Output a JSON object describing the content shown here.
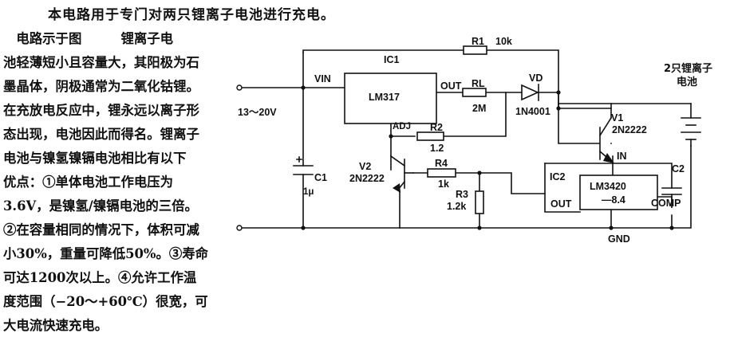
{
  "intro": "本电路用于专门对两只锂离子电池进行充电。",
  "body_lines": [
    "　电路示于图　　　锂离子电",
    "池轻薄短小且容量大，其阳极为石",
    "墨晶体，阴极通常为二氧化钴锂。",
    "在充放电反应中，锂永远以离子形",
    "态出现，电池因此而得名。锂离子",
    "电池与镍氢镍镉电池相比有以下",
    "优点：①单体电池工作电压为",
    "3.6V，是镍氢/镍镉电池的三倍。",
    "②在容量相同的情况下，体积可减",
    "小30%，重量可降低50%。③寿命",
    "可达1200次以上。④允许工作温",
    "度范围（−20～+60℃）很宽，可",
    "大电流快速充电。"
  ],
  "circuit": {
    "input_voltage": "13～20V",
    "ic1": {
      "ref": "IC1",
      "part": "LM317",
      "vin": "VIN",
      "out": "OUT",
      "adj": "ADJ"
    },
    "r1": {
      "ref": "R1",
      "value": "10k"
    },
    "rl": {
      "ref": "RL",
      "value": "2M"
    },
    "vd": {
      "ref": "VD",
      "part": "1N4001"
    },
    "r2": {
      "ref": "R2",
      "value": "1.2"
    },
    "r4": {
      "ref": "R4",
      "value": "1k"
    },
    "r3": {
      "ref": "R3",
      "value": "1.2k"
    },
    "c1": {
      "ref": "C1",
      "value": "1μ"
    },
    "c2": {
      "ref": "C2"
    },
    "v1": {
      "ref": "V1",
      "part": "2N2222"
    },
    "v2": {
      "ref": "V2",
      "part": "2N2222"
    },
    "ic2": {
      "ref": "IC2",
      "part": "LM3420",
      "suffix": "—8.4",
      "in": "IN",
      "out": "OUT",
      "comp": "COMP"
    },
    "battery": {
      "line1": "2只锂离子",
      "line2": "电池"
    },
    "gnd": "GND"
  }
}
